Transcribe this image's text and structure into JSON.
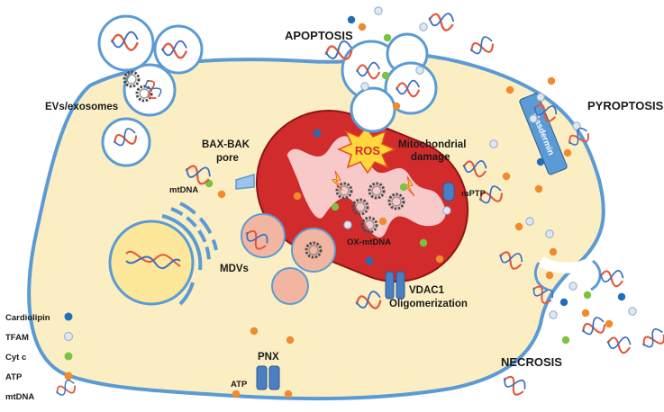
{
  "labels": {
    "apoptosis": "APOPTOSIS",
    "pyroptosis": "PYROPTOSIS",
    "necrosis": "NECROSIS",
    "evs": "EVs/exosomes",
    "bax_bak_1": "BAX-BAK",
    "bax_bak_2": "pore",
    "mtdna": "mtDNA",
    "ros": "ROS",
    "mito_damage_1": "Mitochondrial",
    "mito_damage_2": "damage",
    "mptp": "mPTP",
    "ox_mtdna": "OX-mtDNA",
    "mdvs": "MDVs",
    "vdac1_1": "VDAC1",
    "vdac1_2": "Oligomerization",
    "gasdermin": "Gasdermin",
    "pnx": "PNX",
    "atp": "ATP"
  },
  "legend": [
    {
      "label": "Cardiolipin",
      "type": "dot",
      "color": "#1f6fb8"
    },
    {
      "label": "TFAM",
      "type": "ring",
      "color": "#dde8f4"
    },
    {
      "label": "Cyt c",
      "type": "dot",
      "color": "#7cc242"
    },
    {
      "label": "ATP",
      "type": "dot",
      "color": "#ef8a2e"
    },
    {
      "label": "mtDNA",
      "type": "dna",
      "color": "#e2583e"
    }
  ],
  "colors": {
    "cell_fill": "#fbeec3",
    "membrane": "#5b9bd5",
    "mito_fill": "#d22b2b",
    "cristae": "#f7c9c9",
    "cardiolipin": "#1f6fb8",
    "tfam": "#dde8f4",
    "cytc": "#7cc242",
    "atp": "#ef8a2e",
    "dna_red": "#e2583e",
    "dna_blue": "#3a6fc4"
  }
}
